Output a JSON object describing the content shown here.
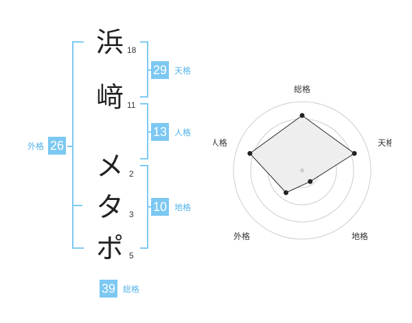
{
  "name": {
    "characters": [
      {
        "char": "浜",
        "strokes": "18"
      },
      {
        "char": "﨑",
        "strokes": "11"
      },
      {
        "char": "メ",
        "strokes": "2"
      },
      {
        "char": "タ",
        "strokes": "3"
      },
      {
        "char": "ポ",
        "strokes": "5"
      }
    ]
  },
  "kaku": {
    "tenkaku": {
      "value": "29",
      "label": "天格"
    },
    "jinkaku": {
      "value": "13",
      "label": "人格"
    },
    "chikaku": {
      "value": "10",
      "label": "地格"
    },
    "gaikaku": {
      "value": "26",
      "label": "外格"
    },
    "soukaku": {
      "value": "39",
      "label": "総格"
    }
  },
  "radar": {
    "axes": [
      "総格",
      "天格",
      "地格",
      "外格",
      "人格"
    ],
    "values": [
      0.8,
      0.8,
      0.2,
      0.4,
      0.8
    ],
    "max": 1,
    "rings": 4
  },
  "colors": {
    "accent": "#7cc8f2",
    "accent_text": "#55b4e8",
    "polygon_fill": "#eeeeee",
    "ring": "#cccccc"
  }
}
